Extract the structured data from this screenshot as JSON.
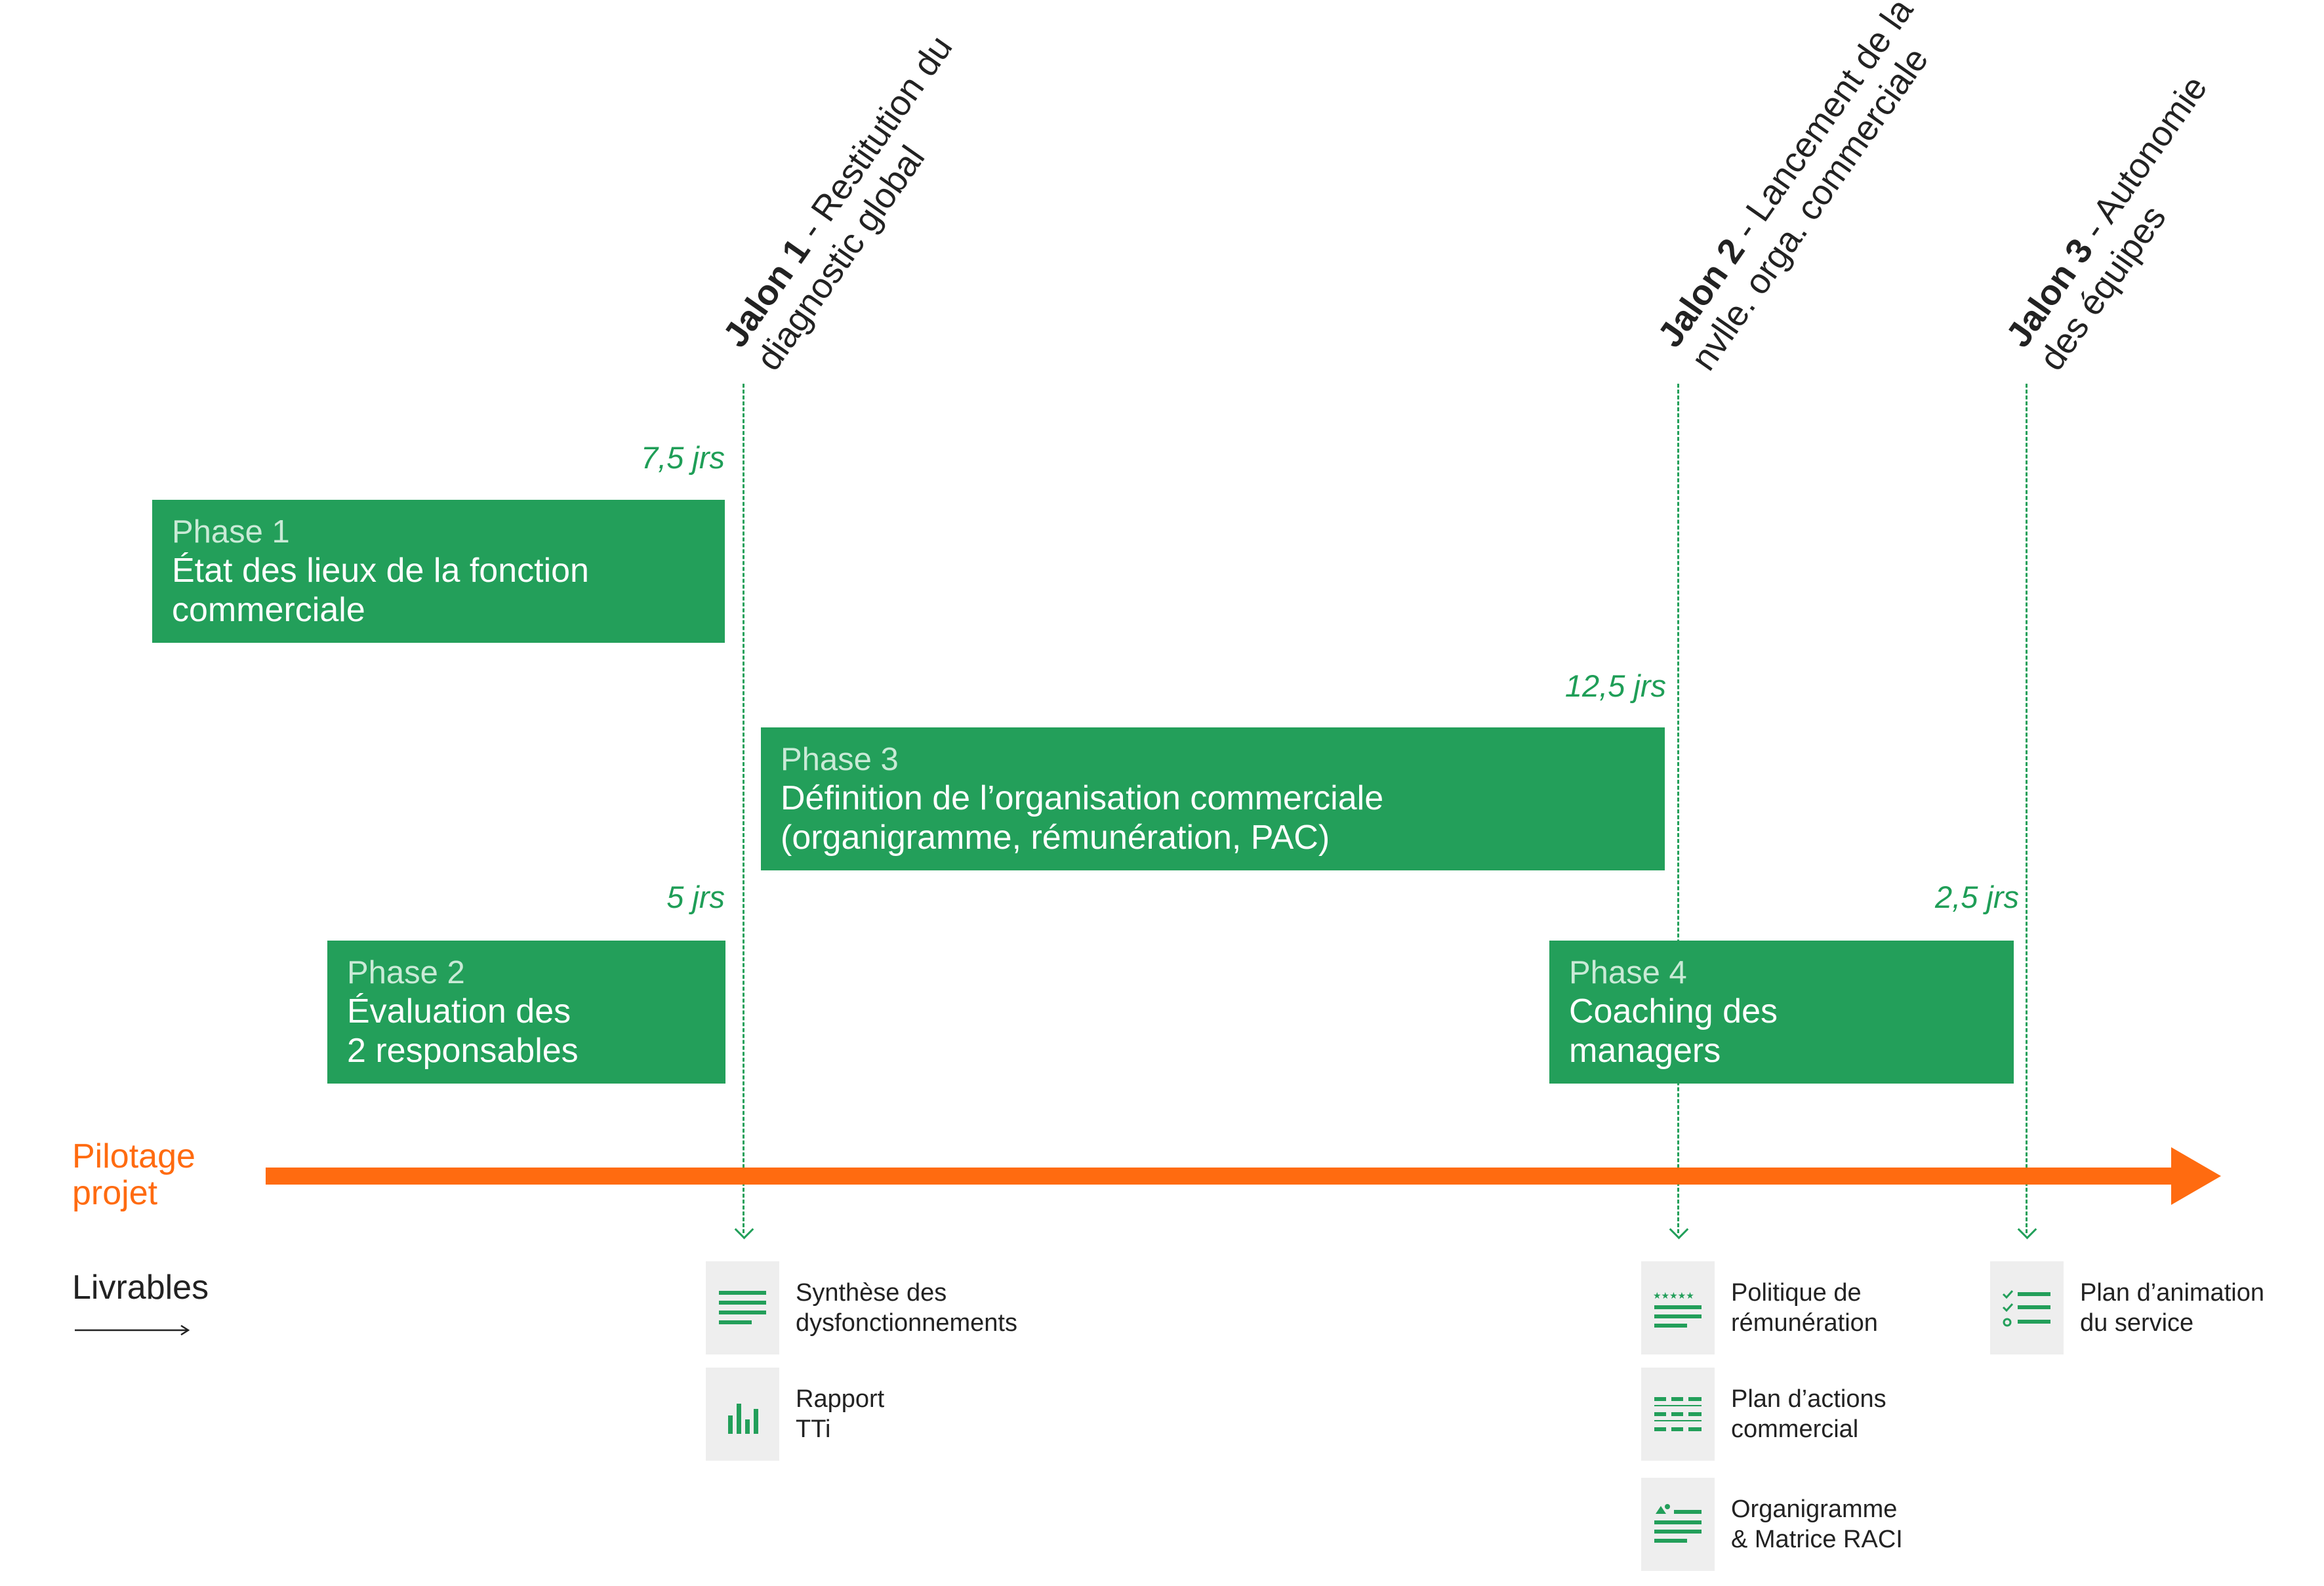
{
  "colors": {
    "primary_green": "#239f5a",
    "milestone_dash": "#22a05a",
    "pilotage_orange": "#ff6b10",
    "icon_bg": "#eeeeee"
  },
  "milestones": [
    {
      "bold": "Jalon 1",
      "rest1": " - Restitution du",
      "rest2": "diagnostic global"
    },
    {
      "bold": "Jalon 2",
      "rest1": " - Lancement de la",
      "rest2": "nvlle. orga. commerciale"
    },
    {
      "bold": "Jalon 3",
      "rest1": " - Autonomie",
      "rest2": "des équipes"
    }
  ],
  "phases": [
    {
      "number": "Phase 1",
      "line1": "État des lieux de la fonction",
      "line2": "commerciale",
      "duration": "7,5 jrs"
    },
    {
      "number": "Phase 3",
      "line1": "Définition de l’organisation commerciale",
      "line2": "(organigramme, rémunération, PAC)",
      "duration": "12,5 jrs"
    },
    {
      "number": "Phase 2",
      "line1": "Évaluation des",
      "line2": "2 responsables",
      "duration": "5 jrs"
    },
    {
      "number": "Phase 4",
      "line1": "Coaching des",
      "line2": "managers",
      "duration": "2,5 jrs"
    }
  ],
  "pilotage": {
    "line1": "Pilotage",
    "line2": "projet"
  },
  "livrables": {
    "label": "Livrables",
    "items": [
      {
        "icon": "lines-doc-icon",
        "line1": "Synthèse des",
        "line2": "dysfonctionnements"
      },
      {
        "icon": "bar-chart-icon",
        "line1": "Rapport",
        "line2": "TTi"
      },
      {
        "icon": "stars-doc-icon",
        "line1": "Politique de",
        "line2": "rémunération"
      },
      {
        "icon": "table-plan-icon",
        "line1": "Plan d’actions",
        "line2": "commercial"
      },
      {
        "icon": "org-chart-doc-icon",
        "line1": "Organigramme",
        "line2": "& Matrice RACI"
      },
      {
        "icon": "checklist-icon",
        "line1": "Plan d’animation",
        "line2": "du service"
      }
    ]
  }
}
